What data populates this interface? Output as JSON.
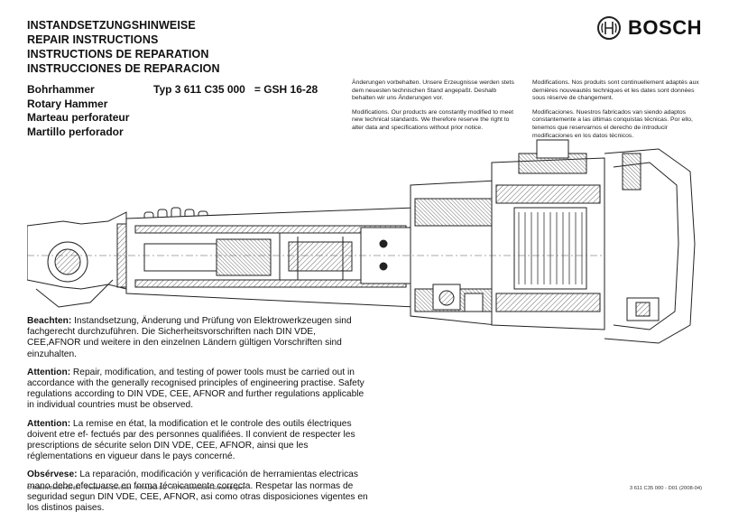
{
  "header": {
    "titles": [
      "INSTANDSETZUNGSHINWEISE",
      "REPAIR INSTRUCTIONS",
      "INSTRUCTIONS DE REPARATION",
      "INSTRUCCIONES DE REPARACION"
    ],
    "logo_text": "BOSCH"
  },
  "product": {
    "names": [
      "Bohrhammer",
      "Rotary Hammer",
      "Marteau perforateur",
      "Martillo perforador"
    ],
    "type_line": "Typ 3 611 C35 000   = GSH 16-28"
  },
  "info": {
    "de": "Änderungen vorbehalten. Unsere Erzeugnisse werden stets dem neuesten technischen Stand angepaßt. Deshalb behalten wir uns Änderungen vor.",
    "en": "Modifications. Our products are constantly modified to meet new technical standards. We therefore reserve the right to alter data and specifications without prior notice.",
    "fr": "Modifications. Nos produits sont continuellement adaptés aux dernières nouveautés techniques et les dates sont données sous réserve de changement.",
    "es": "Modificaciones. Nuestros fabricados van siendo adaptos constantemente a las últimas conquistas técnicas. Por ello, tenemos que reservarnos el derecho de introducir modificaciones en los datos técnicos."
  },
  "body": {
    "de_label": "Beachten:",
    "de_text": " Instandsetzung, Änderung und Prüfung von Elektrowerkzeugen sind fachgerecht durchzuführen. Die Sicherheitsvorschriften nach DIN VDE, CEE,AFNOR und weitere in den einzelnen Ländern gültigen Vorschriften sind einzuhalten.",
    "en_label": "Attention:",
    "en_text": " Repair, modification, and testing of power tools must be carried out in accordance with the generally recognised principles of engineering practise. Safety regulations according to DIN VDE, CEE, AFNOR and further regulations applicable in individual countries must be observed.",
    "fr_label": "Attention:",
    "fr_text": " La remise en état, la modification et le controle des outils électriques doivent etre ef- fectués par des personnes qualifiées. Il convient de respecter les prescriptions de sécurite selon DIN VDE, CEE, AFNOR, ainsi que les réglementations en vigueur dans le pays concerné.",
    "es_label": "Obsérvese:",
    "es_text": " La reparación, modificación y verificación de herramientas electricas mano debe efectuarse en forma técnicamente correcta. Respetar las normas de seguridad segun DIN VDE, CEE, AFNOR, asi como otras disposiciones vigentes en los distinos paises."
  },
  "footer": {
    "left": "© Robert Bosch GmbH · PowerTool Devision · PT/ASA3-EU · 70745 Leinfelden-Echterdingen",
    "right": "3 611 C35 000 - D01 (2008-04)"
  }
}
